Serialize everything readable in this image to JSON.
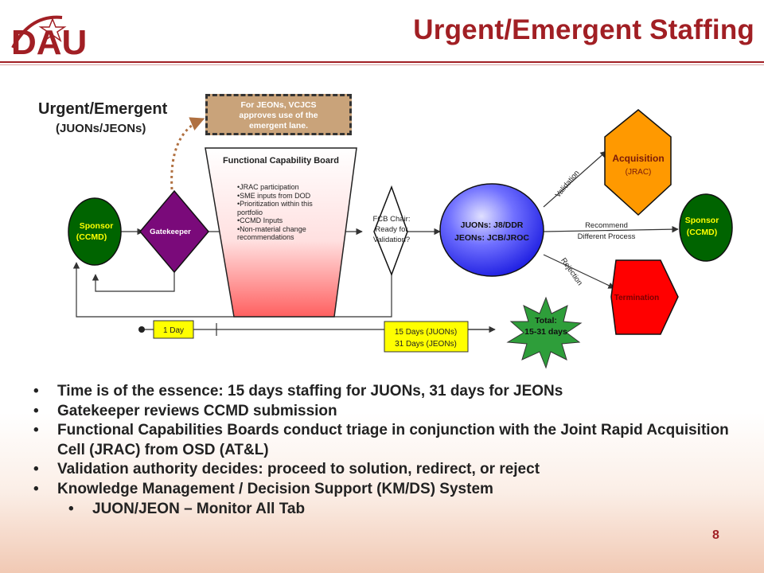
{
  "slide": {
    "title": "Urgent/Emergent Staffing",
    "page_number": "8",
    "logo_text": "DAU"
  },
  "diagram": {
    "section_title": "Urgent/Emergent",
    "section_subtitle": "(JUONs/JEONs)",
    "note": [
      "For JEONs, VCJCS",
      "approves use of the",
      "emergent lane."
    ],
    "sponsor_left": [
      "Sponsor",
      "(CCMD)"
    ],
    "gatekeeper": "Gatekeeper",
    "fcb_title": "Functional Capability Board",
    "fcb_items": [
      "JRAC participation",
      "SME inputs from DOD",
      "Prioritization within this portfolio",
      "CCMD Inputs",
      "Non-material change recommendations"
    ],
    "fcb_chair": [
      "FCB Chair:",
      "Ready for",
      "Validation?"
    ],
    "juons_circle": [
      "JUONs:  J8/DDR",
      "JEONs:  JCB/JROC"
    ],
    "acquisition": [
      "Acquisition",
      "(JRAC)"
    ],
    "sponsor_right": [
      "Sponsor",
      "(CCMD)"
    ],
    "termination": "Termination",
    "label_validation": "Validation",
    "label_recommend": [
      "Recommend",
      "Different Process"
    ],
    "label_rejection": "Rejection",
    "one_day": "1 Day",
    "days_box": [
      "15 Days (JUONs)",
      "31 Days (JEONs)"
    ],
    "total": [
      "Total:",
      "15-31 days"
    ],
    "colors": {
      "sponsor": "#006400",
      "gatekeeper": "#7a0a7a",
      "acquisition": "#ff9900",
      "termination": "#ff0000",
      "circle": "#3a3aff",
      "starburst": "#2e9e3a",
      "note": "#c9a37a",
      "days_box": "#ffff00",
      "title": "#a11f24"
    }
  },
  "bullets": [
    "Time is of the essence: 15 days staffing for JUONs, 31 days for JEONs",
    "Gatekeeper reviews CCMD submission",
    "Functional Capabilities Boards conduct triage in conjunction with the Joint Rapid Acquisition Cell (JRAC) from OSD (AT&L)",
    "Validation authority decides: proceed to solution, redirect, or reject",
    "Knowledge Management / Decision Support (KM/DS) System"
  ],
  "sub_bullets": [
    "JUON/JEON – Monitor All Tab"
  ]
}
